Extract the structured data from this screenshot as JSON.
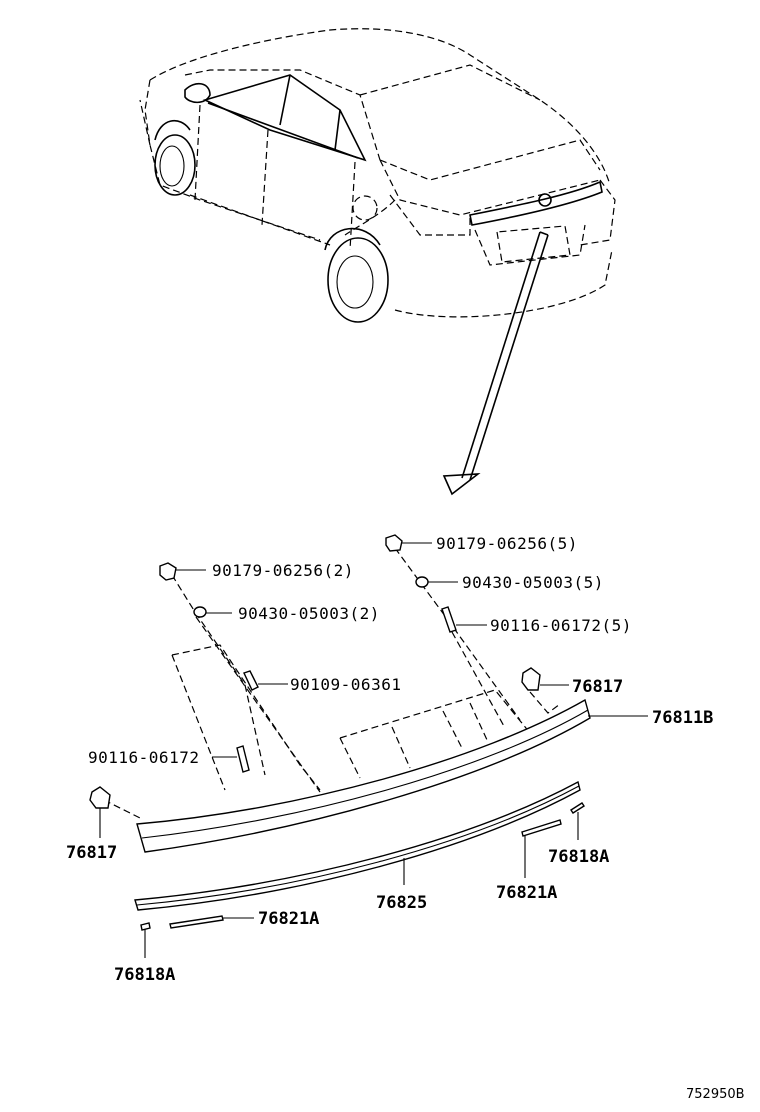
{
  "diagram": {
    "reference_code": "752950B",
    "callouts": {
      "clip_right_top": "90179-06256(5)",
      "washer_right": "90430-05003(5)",
      "screw_right": "90116-06172(5)",
      "clip_left_top": "90179-06256(2)",
      "washer_left": "90430-05003(2)",
      "bolt_center": "90109-06361",
      "screw_left": "90116-06172",
      "bracket_right": "76817",
      "garnish": "76811B",
      "bracket_left": "76817",
      "clip_small_right": "76818A",
      "tape_right": "76821A",
      "molding": "76825",
      "tape_left": "76821A",
      "clip_small_left": "76818A"
    }
  }
}
